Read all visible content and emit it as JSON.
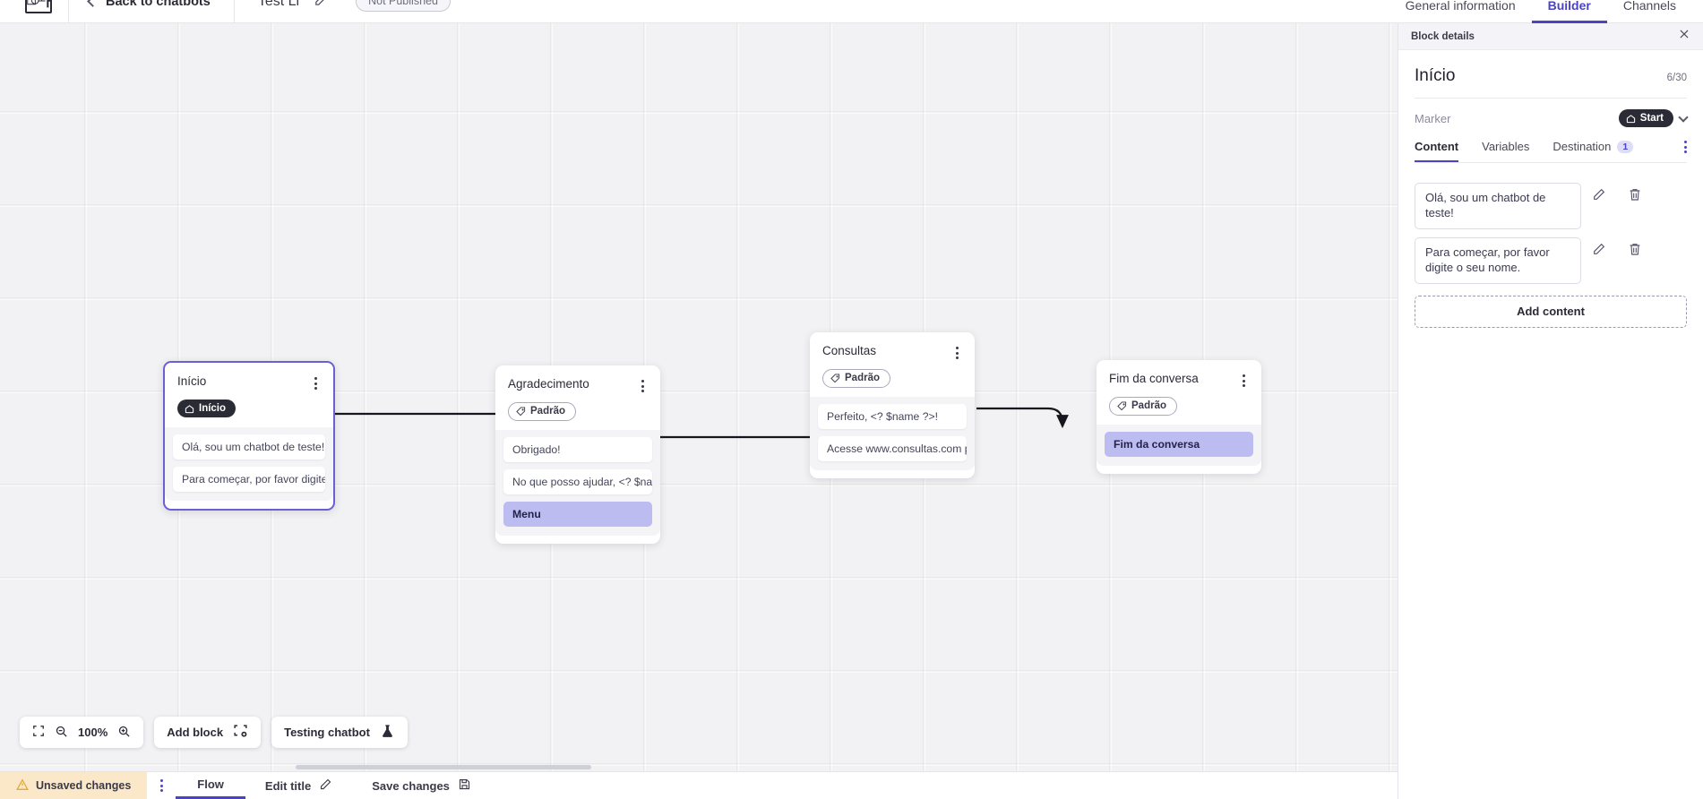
{
  "topbar": {
    "logo_icon": "app-logo-icon",
    "back_label": "Back to chatbots",
    "bot_title": "Test Li",
    "edit_icon": "pencil-icon",
    "publish_badge": "Not Published",
    "tabs": [
      {
        "label": "General information",
        "active": false
      },
      {
        "label": "Builder",
        "active": true
      },
      {
        "label": "Channels",
        "active": false
      }
    ]
  },
  "canvas": {
    "zoom": "100%",
    "fit_icon": "fit-screen-icon",
    "zoom_out_icon": "zoom-out-icon",
    "zoom_in_icon": "zoom-in-icon",
    "add_block_label": "Add block",
    "add_block_icon": "add-block-icon",
    "testing_label": "Testing chatbot",
    "testing_icon": "flask-icon",
    "nodes": [
      {
        "title": "Início",
        "badge": "Início",
        "badge_type": "start",
        "badge_icon": "home-icon",
        "selected": true,
        "rows": [
          {
            "text": "Olá, sou um chatbot de teste!",
            "highlight": false
          },
          {
            "text": "Para começar, por favor digite o ...",
            "highlight": false
          }
        ]
      },
      {
        "title": "Agradecimento",
        "badge": "Padrão",
        "badge_type": "tag",
        "badge_icon": "tag-icon",
        "selected": false,
        "rows": [
          {
            "text": "Obrigado!",
            "highlight": false
          },
          {
            "text": "No que posso ajudar, <? $name ...",
            "highlight": false
          },
          {
            "text": "Menu",
            "highlight": true
          }
        ]
      },
      {
        "title": "Consultas",
        "badge": "Padrão",
        "badge_type": "tag",
        "badge_icon": "tag-icon",
        "selected": false,
        "rows": [
          {
            "text": "Perfeito, <? $name ?>!",
            "highlight": false
          },
          {
            "text": "Acesse www.consultas.com par...",
            "highlight": false
          }
        ]
      },
      {
        "title": "Fim da conversa",
        "badge": "Padrão",
        "badge_type": "tag",
        "badge_icon": "tag-icon",
        "selected": false,
        "rows": [
          {
            "text": "Fim da conversa",
            "highlight": true
          }
        ]
      }
    ]
  },
  "statusbar": {
    "unsaved_label": "Unsaved changes",
    "warning_icon": "warning-triangle-icon",
    "kebab_icon": "more-vertical-icon",
    "flow_tab": "Flow",
    "edit_title_label": "Edit title",
    "edit_title_icon": "pencil-icon",
    "save_label": "Save changes",
    "save_icon": "save-disk-icon"
  },
  "panel": {
    "header_title": "Block details",
    "close_icon": "close-icon",
    "block_title": "Início",
    "counter": "6/30",
    "marker_label": "Marker",
    "marker_value": "Start",
    "marker_icon": "home-icon",
    "marker_chevron": "chevron-down-icon",
    "tabs": [
      {
        "label": "Content",
        "active": true,
        "badge": ""
      },
      {
        "label": "Variables",
        "active": false,
        "badge": ""
      },
      {
        "label": "Destination",
        "active": false,
        "badge": "1"
      }
    ],
    "tabs_kebab_icon": "more-vertical-icon",
    "content_items": [
      {
        "text": "Olá, sou um chatbot de teste!",
        "edit_icon": "pencil-icon",
        "delete_icon": "trash-icon"
      },
      {
        "text": "Para começar, por favor digite o seu nome.",
        "edit_icon": "pencil-icon",
        "delete_icon": "trash-icon"
      }
    ],
    "add_content_label": "Add content"
  },
  "colors": {
    "accent": "#4a44c4",
    "node_highlight": "#bcbcf0",
    "warning_bg": "#fbe8c8",
    "canvas_bg": "#f2f2f4",
    "dark_badge": "#2b2b35"
  }
}
